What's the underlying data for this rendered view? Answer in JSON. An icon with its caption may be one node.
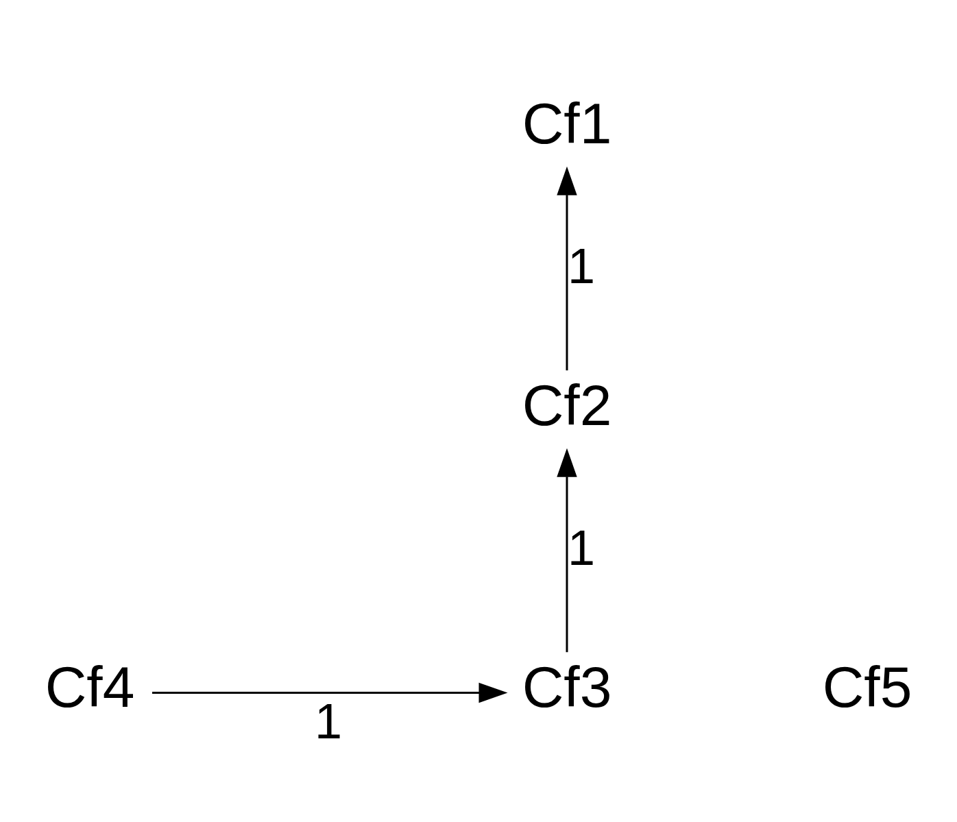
{
  "diagram": {
    "nodes": [
      {
        "text": [
          "Cf1"
        ]
      },
      {
        "text": [
          "Cf2"
        ]
      },
      {
        "text": [
          "Cf3"
        ]
      },
      {
        "text": [
          "Cf4"
        ]
      },
      {
        "text": [
          "Cf5"
        ]
      }
    ],
    "edges": [
      {
        "from": 1,
        "to": 0,
        "arrow": "to",
        "label": "1"
      },
      {
        "from": 2,
        "to": 1,
        "arrow": "to",
        "label": "1"
      },
      {
        "from": 3,
        "to": 2,
        "arrow": "to",
        "label": "1"
      }
    ]
  }
}
